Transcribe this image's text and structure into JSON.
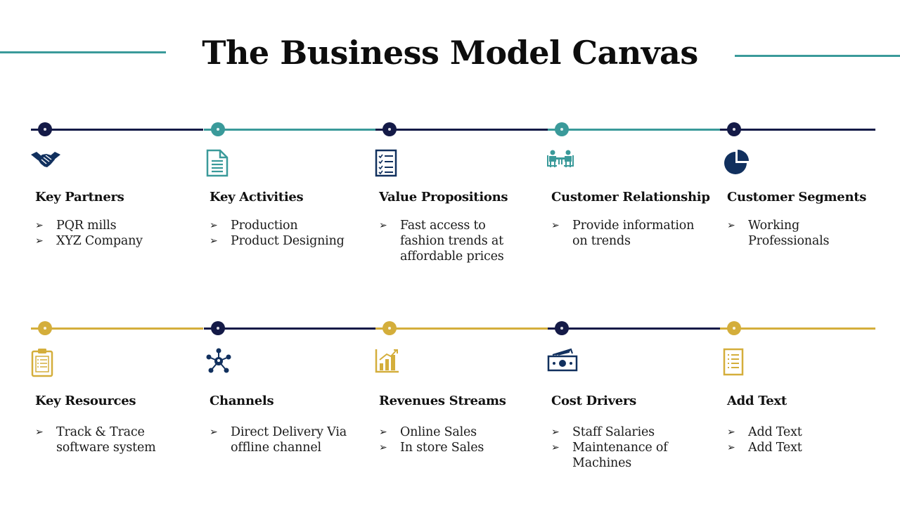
{
  "title": "The Business Model Canvas",
  "colors": {
    "navy": "#141a47",
    "teal": "#3a9a9a",
    "gold": "#d4ae3b",
    "icon_navy": "#11305e"
  },
  "rows": [
    {
      "columns": [
        {
          "heading": "Key Partners",
          "icon": "handshake-icon",
          "dot_color": "navy",
          "items": [
            "PQR mills",
            "XYZ Company"
          ]
        },
        {
          "heading": "Key Activities",
          "icon": "document-icon",
          "dot_color": "teal",
          "items": [
            "Production",
            "Product Designing"
          ]
        },
        {
          "heading": "Value Propositions",
          "icon": "checklist-icon",
          "dot_color": "navy",
          "items": [
            "Fast access to fashion trends at affordable prices"
          ]
        },
        {
          "heading": "Customer Relationship",
          "icon": "meeting-icon",
          "dot_color": "teal",
          "items": [
            "Provide information on trends"
          ]
        },
        {
          "heading": "Customer Segments",
          "icon": "pie-chart-icon",
          "dot_color": "navy",
          "items": [
            "Working Professionals"
          ]
        }
      ]
    },
    {
      "columns": [
        {
          "heading": "Key Resources",
          "icon": "clipboard-icon",
          "dot_color": "gold",
          "items": [
            "Track & Trace software system"
          ]
        },
        {
          "heading": "Channels",
          "icon": "network-icon",
          "dot_color": "navy",
          "items": [
            "Direct Delivery Via offline channel"
          ]
        },
        {
          "heading": "Revenues Streams",
          "icon": "growth-chart-icon",
          "dot_color": "gold",
          "items": [
            "Online Sales",
            "In store Sales"
          ]
        },
        {
          "heading": "Cost Drivers",
          "icon": "cash-icon",
          "dot_color": "navy",
          "items": [
            "Staff Salaries",
            "Maintenance of Machines"
          ]
        },
        {
          "heading": "Add Text",
          "icon": "list-icon",
          "dot_color": "gold",
          "items": [
            "Add Text",
            "Add Text"
          ]
        }
      ]
    }
  ]
}
